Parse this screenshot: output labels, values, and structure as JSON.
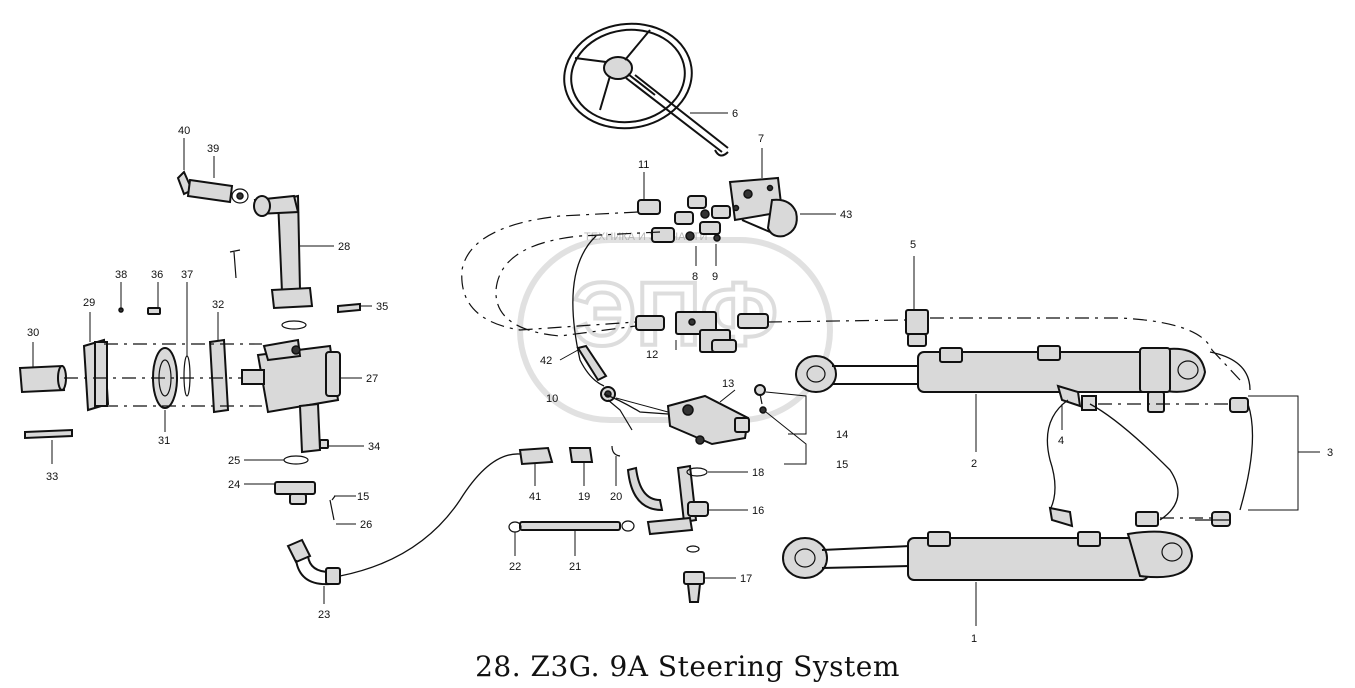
{
  "title": "28. Z3G. 9A  Steering System",
  "watermark": {
    "text": "ТЕХНИКА И ЗАПЧАСТИ",
    "logo": "ЭПФ"
  },
  "labels": [
    "1",
    "2",
    "3",
    "4",
    "5",
    "6",
    "7",
    "8",
    "9",
    "10",
    "11",
    "12",
    "13",
    "14",
    "15",
    "15",
    "16",
    "17",
    "18",
    "19",
    "20",
    "21",
    "22",
    "23",
    "24",
    "25",
    "26",
    "27",
    "28",
    "29",
    "30",
    "31",
    "32",
    "33",
    "34",
    "35",
    "36",
    "37",
    "38",
    "39",
    "40",
    "41",
    "42",
    "43"
  ]
}
